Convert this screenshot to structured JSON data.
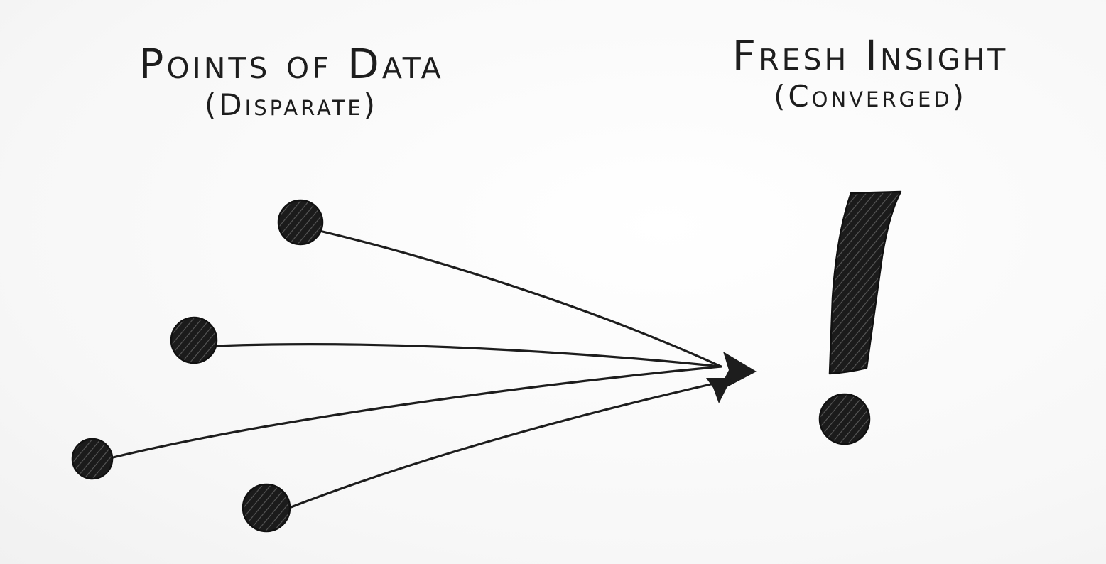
{
  "labels": {
    "left_title": "Points of Data",
    "left_subtitle": "(Disparate)",
    "right_title": "Fresh Insight",
    "right_subtitle": "(Converged)"
  },
  "colors": {
    "ink": "#1d1d1d",
    "paper": "#fbfbfb"
  },
  "icons": {
    "data_point": "filled-dot",
    "insight": "exclamation-mark"
  }
}
